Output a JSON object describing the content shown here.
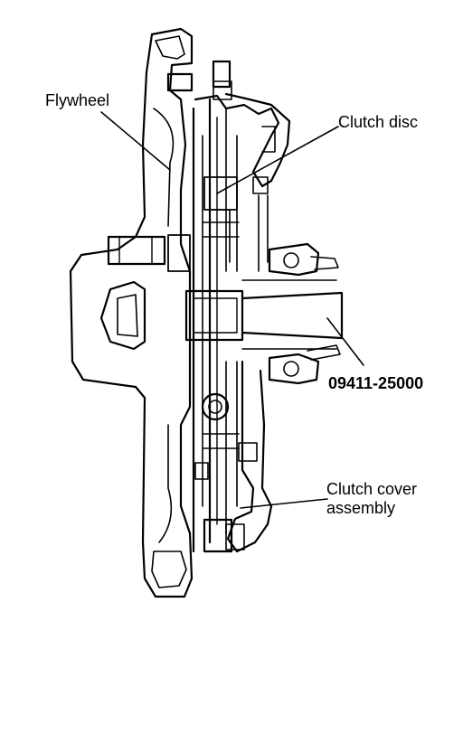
{
  "labels": {
    "flywheel": "Flywheel",
    "clutch_disc": "Clutch disc",
    "tool_number": "09411-25000",
    "clutch_cover_line1": "Clutch cover",
    "clutch_cover_line2": "assembly"
  },
  "colors": {
    "ink": "#000000",
    "background": "#ffffff"
  }
}
